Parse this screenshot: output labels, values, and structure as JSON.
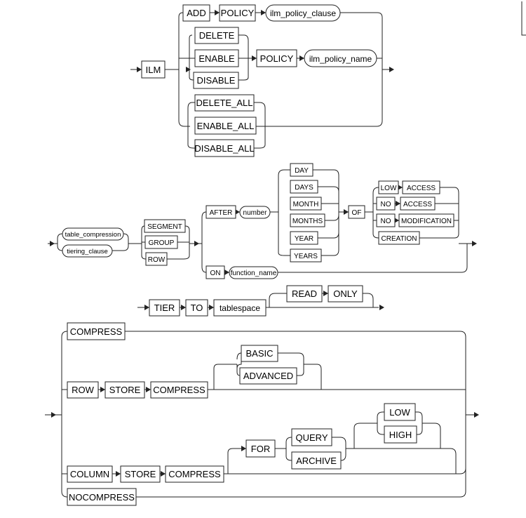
{
  "ilm_clause": {
    "ilm": "ILM",
    "add": "ADD",
    "policy_1": "POLICY",
    "ilm_policy_clause": "ilm_policy_clause",
    "delete": "DELETE",
    "enable": "ENABLE",
    "disable": "DISABLE",
    "policy_2": "POLICY",
    "ilm_policy_name": "ilm_policy_name",
    "delete_all": "DELETE_ALL",
    "enable_all": "ENABLE_ALL",
    "disable_all": "DISABLE_ALL"
  },
  "ilm_policy_clause": {
    "table_compression": "table_compression",
    "tiering_clause": "tiering_clause",
    "segment": "SEGMENT",
    "group": "GROUP",
    "row": "ROW",
    "after": "AFTER",
    "number": "number",
    "day": "DAY",
    "days": "DAYS",
    "month": "MONTH",
    "months": "MONTHS",
    "year": "YEAR",
    "years": "YEARS",
    "of": "OF",
    "low": "LOW",
    "access_1": "ACCESS",
    "no_1": "NO",
    "access_2": "ACCESS",
    "no_2": "NO",
    "modification": "MODIFICATION",
    "creation": "CREATION",
    "on": "ON",
    "function_name": "function_name"
  },
  "tiering_clause": {
    "tier": "TIER",
    "to": "TO",
    "tablespace": "tablespace",
    "read": "READ",
    "only": "ONLY"
  },
  "table_compression": {
    "compress_1": "COMPRESS",
    "row": "ROW",
    "store_1": "STORE",
    "compress_2": "COMPRESS",
    "basic": "BASIC",
    "advanced": "ADVANCED",
    "column": "COLUMN",
    "store_2": "STORE",
    "compress_3": "COMPRESS",
    "for": "FOR",
    "query": "QUERY",
    "archive": "ARCHIVE",
    "low": "LOW",
    "high": "HIGH",
    "nocompress": "NOCOMPRESS"
  }
}
